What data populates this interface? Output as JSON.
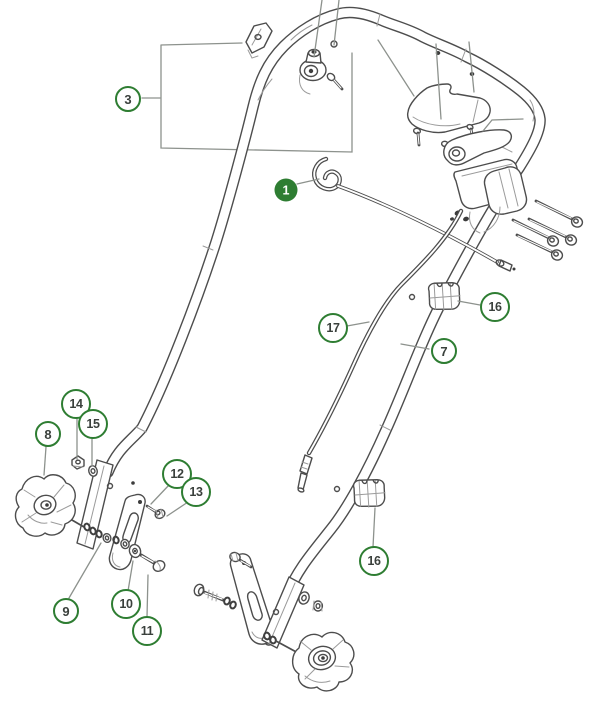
{
  "diagram": {
    "kind": "exploded parts diagram - lawn mower handle assembly",
    "accent_color": "#2e7d32",
    "line_color": "#4d4d4d",
    "leader_color": "#8d928d",
    "background_color": "#ffffff",
    "part_numbers_visible": [
      "1",
      "3",
      "7",
      "8",
      "9",
      "10",
      "11",
      "12",
      "13",
      "14",
      "15",
      "16",
      "17"
    ]
  },
  "callouts": [
    {
      "label": "3",
      "style": "outlined"
    },
    {
      "label": "1",
      "style": "filled"
    },
    {
      "label": "16",
      "style": "outlined"
    },
    {
      "label": "17",
      "style": "outlined"
    },
    {
      "label": "7",
      "style": "outlined"
    },
    {
      "label": "14",
      "style": "outlined"
    },
    {
      "label": "15",
      "style": "outlined"
    },
    {
      "label": "8",
      "style": "outlined"
    },
    {
      "label": "12",
      "style": "outlined"
    },
    {
      "label": "13",
      "style": "outlined"
    },
    {
      "label": "9",
      "style": "outlined"
    },
    {
      "label": "10",
      "style": "outlined"
    },
    {
      "label": "11",
      "style": "outlined"
    },
    {
      "label": "16",
      "style": "outlined"
    }
  ]
}
